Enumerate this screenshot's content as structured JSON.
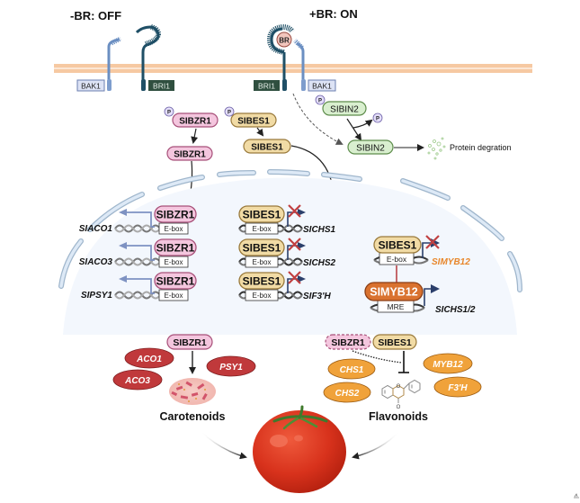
{
  "states": {
    "off_label": "-BR: OFF",
    "on_label": "+BR: ON"
  },
  "receptors": {
    "bak1": "BAK1",
    "bri1": "BRI1",
    "br": "BR"
  },
  "cytoplasm": {
    "phospho": "P",
    "bzr1": "SIBZR1",
    "bes1": "SIBES1",
    "bin2": "SIBIN2",
    "degradation": "Protein degration"
  },
  "nucleus": {
    "bzr1_targets": [
      {
        "tf": "SIBZR1",
        "element": "E-box",
        "gene": "SIACO1"
      },
      {
        "tf": "SIBZR1",
        "element": "E-box",
        "gene": "SIACO3"
      },
      {
        "tf": "SIBZR1",
        "element": "E-box",
        "gene": "SIPSY1"
      }
    ],
    "bes1_targets": [
      {
        "tf": "SIBES1",
        "element": "E-box",
        "gene": "SICHS1"
      },
      {
        "tf": "SIBES1",
        "element": "E-box",
        "gene": "SICHS2"
      },
      {
        "tf": "SIBES1",
        "element": "E-box",
        "gene": "SIF3'H"
      }
    ],
    "myb_module": {
      "bes1": "SIBES1",
      "bes1_element": "E-box",
      "bes1_gene": "SIMYB12",
      "myb": "SIMYB12",
      "myb_element": "MRE",
      "myb_gene": "SICHS1/2"
    }
  },
  "outputs": {
    "carotenoid": {
      "regulator": "SIBZR1",
      "enzymes": [
        "ACO1",
        "ACO3",
        "PSY1"
      ],
      "label": "Carotenoids"
    },
    "flavonoid": {
      "regulators": [
        "SIBZR1",
        "SIBES1"
      ],
      "enzymes": [
        "CHS1",
        "CHS2",
        "MYB12",
        "F3'H"
      ],
      "label": "Flavonoids",
      "molecule_atom": "O"
    }
  },
  "colors": {
    "membrane": "#f6c9a2",
    "bri1": "#2f4f3f",
    "bak1_fill": "#dde3f5",
    "bzr1_fill": "#f4c6de",
    "bzr1_stroke": "#a8517a",
    "bes1_fill": "#f1dba5",
    "bes1_stroke": "#9a7a3c",
    "bin2_fill": "#d9efcf",
    "bin2_stroke": "#5d8c4b",
    "myb_fill": "#d9722f",
    "enzyme_red": "#c0393b",
    "enzyme_orange": "#f0a23a",
    "gene_orange": "#e8872c",
    "nucleus_fill": "#f3f7fd",
    "nuclear_envelope": "#c9dced",
    "repress": "#b5383c",
    "active_arrow": "#2b3f6b",
    "bzr1_arrow": "#7e92c2"
  }
}
